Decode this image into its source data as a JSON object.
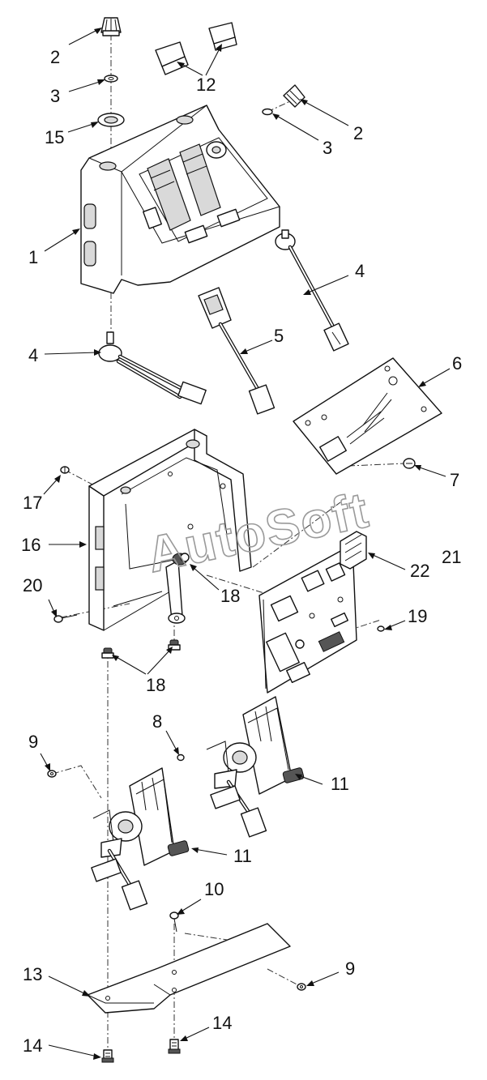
{
  "watermark": "AutoSoft",
  "callouts": [
    {
      "id": "c2a",
      "text": "2"
    },
    {
      "id": "c3a",
      "text": "3"
    },
    {
      "id": "c15",
      "text": "15"
    },
    {
      "id": "c12",
      "text": "12"
    },
    {
      "id": "c2b",
      "text": "2"
    },
    {
      "id": "c3b",
      "text": "3"
    },
    {
      "id": "c1",
      "text": "1"
    },
    {
      "id": "c4a",
      "text": "4"
    },
    {
      "id": "c4b",
      "text": "4"
    },
    {
      "id": "c5",
      "text": "5"
    },
    {
      "id": "c6",
      "text": "6"
    },
    {
      "id": "c7",
      "text": "7"
    },
    {
      "id": "c17",
      "text": "17"
    },
    {
      "id": "c16",
      "text": "16"
    },
    {
      "id": "c21",
      "text": "21"
    },
    {
      "id": "c22",
      "text": "22"
    },
    {
      "id": "c20",
      "text": "20"
    },
    {
      "id": "c18a",
      "text": "18"
    },
    {
      "id": "c19",
      "text": "19"
    },
    {
      "id": "c18b",
      "text": "18"
    },
    {
      "id": "c9a",
      "text": "9"
    },
    {
      "id": "c8",
      "text": "8"
    },
    {
      "id": "c11a",
      "text": "11"
    },
    {
      "id": "c11b",
      "text": "11"
    },
    {
      "id": "c10",
      "text": "10"
    },
    {
      "id": "c13",
      "text": "13"
    },
    {
      "id": "c9b",
      "text": "9"
    },
    {
      "id": "c14a",
      "text": "14"
    },
    {
      "id": "c14b",
      "text": "14"
    }
  ]
}
